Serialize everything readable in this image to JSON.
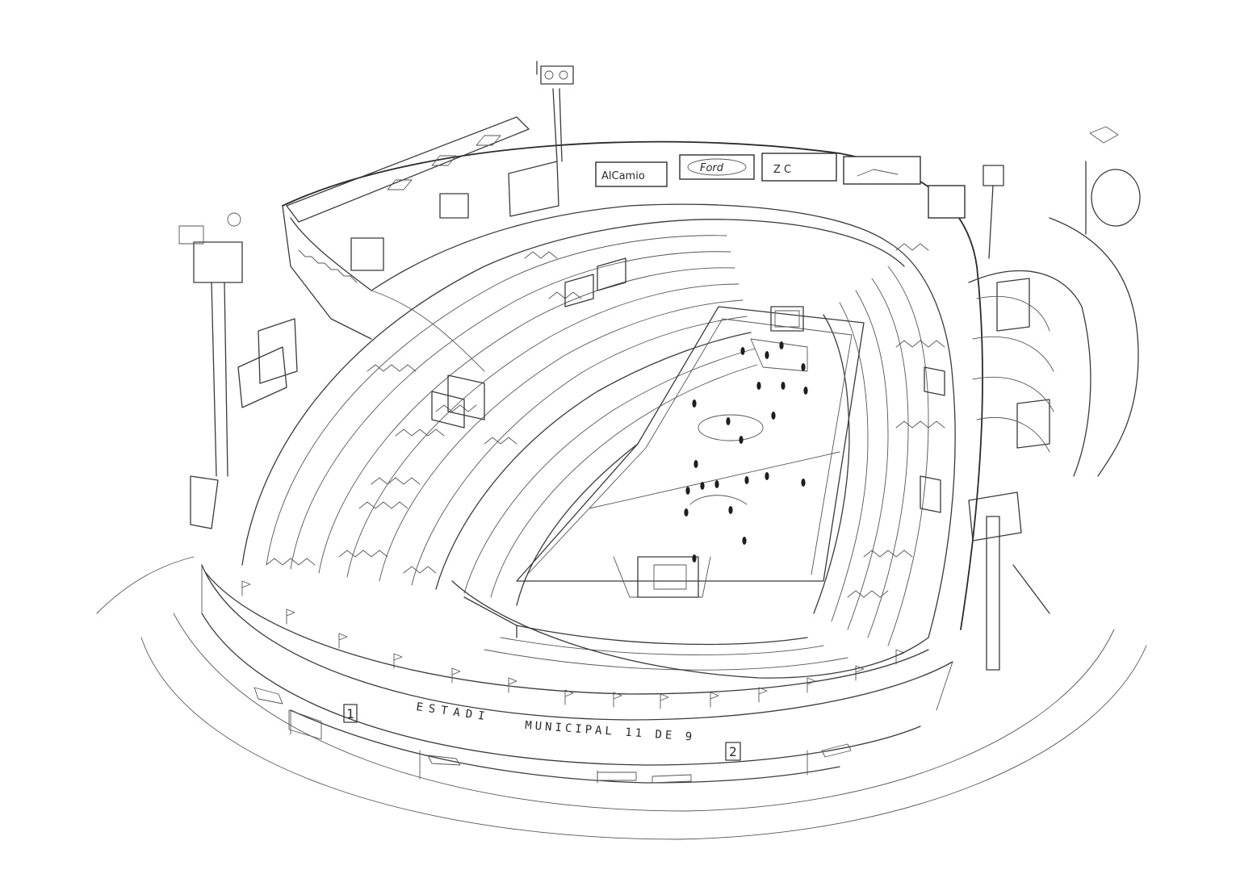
{
  "signs": {
    "sign1": "AlCamio",
    "sign2": "Ford",
    "sign3": "Z C"
  },
  "stadium_name": {
    "line1": "ESTADI",
    "line2": "MUNICIPAL  11  DE  9"
  },
  "gates": {
    "gate1": "1",
    "gate2": "2"
  },
  "colors": {
    "paper": "#ffffff",
    "pencil": "#3a3a3a"
  }
}
